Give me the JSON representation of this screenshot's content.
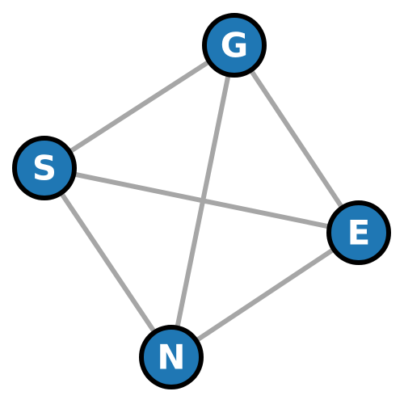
{
  "graph": {
    "colors": {
      "node_fill": "#1f77b4",
      "node_stroke": "#000000",
      "edge": "#a6a6a6",
      "label": "#ffffff",
      "background": "#ffffff"
    },
    "nodes": [
      {
        "id": "G",
        "label": "G"
      },
      {
        "id": "S",
        "label": "S"
      },
      {
        "id": "E",
        "label": "E"
      },
      {
        "id": "N",
        "label": "N"
      }
    ],
    "edges": [
      {
        "source": "G",
        "target": "S"
      },
      {
        "source": "G",
        "target": "E"
      },
      {
        "source": "G",
        "target": "N"
      },
      {
        "source": "S",
        "target": "E"
      },
      {
        "source": "S",
        "target": "N"
      },
      {
        "source": "N",
        "target": "E"
      }
    ]
  }
}
